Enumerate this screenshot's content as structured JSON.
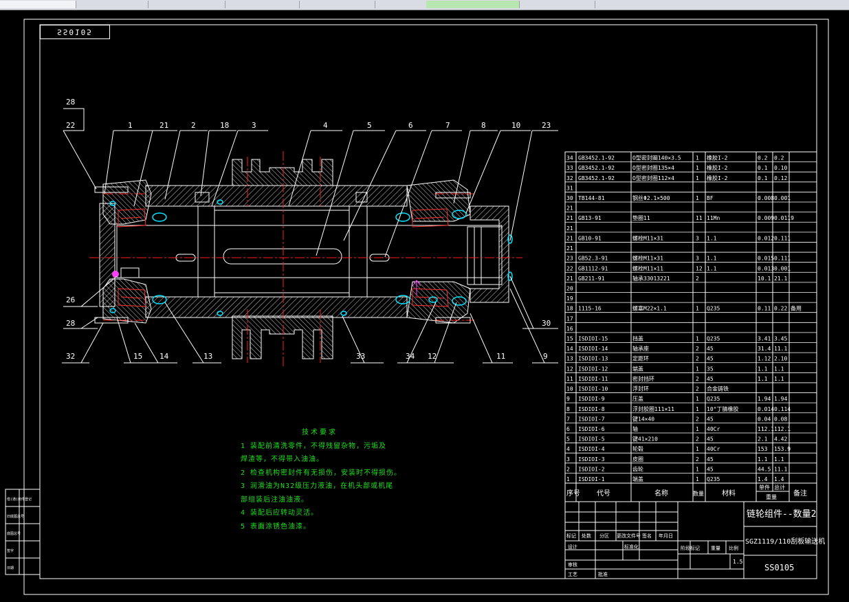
{
  "drawing_stamp": "SS0105",
  "balloons": {
    "top": [
      "28",
      "22",
      "1",
      "21",
      "2",
      "18",
      "3",
      "4",
      "5",
      "6",
      "7",
      "8",
      "10",
      "23"
    ],
    "left": [
      "26",
      "28",
      "32",
      "15",
      "14",
      "13"
    ],
    "bottom": [
      "33",
      "34",
      "12",
      "11",
      "9",
      "30"
    ]
  },
  "tech_requirements": {
    "title": "技术要求",
    "items": [
      "1 装配前清洗零件，不得残留杂物，污垢及",
      "  焊渣等，不得带入油油。",
      "2 检查机构密封件有无损伤，安装时不得损伤。",
      "3 润滑油为N32级压力液油，在机头部或机尾",
      "  部组装后注油油液。",
      "4 装配后应转动灵活。",
      "5 表面涂锈色油漆。"
    ]
  },
  "parts_list": {
    "rows": [
      {
        "no": "34",
        "code": "GB3452.1-92",
        "name": "O型密封圈140×3.5",
        "qty": "1",
        "mat": "橡胶I-2",
        "w1": "0.2",
        "w2": "0.2"
      },
      {
        "no": "33",
        "code": "GB3452.1-92",
        "name": "O型密封圈135×4",
        "qty": "1",
        "mat": "橡胶I-2",
        "w1": "0.1",
        "w2": "0.10"
      },
      {
        "no": "32",
        "code": "GB3452.1-92",
        "name": "O型密封圈112×4",
        "qty": "1",
        "mat": "橡胶I-2",
        "w1": "0.1",
        "w2": "0.12"
      },
      {
        "no": "31",
        "code": "",
        "name": "",
        "qty": "",
        "mat": "",
        "w1": "",
        "w2": ""
      },
      {
        "no": "30",
        "code": "TB144-81",
        "name": "钢丝Φ2.1×500",
        "qty": "1",
        "mat": "BF",
        "w1": "0.008",
        "w2": "0.001"
      },
      {
        "no": "21",
        "code": "",
        "name": "",
        "qty": "",
        "mat": "",
        "w1": "",
        "w2": ""
      },
      {
        "no": "21",
        "code": "GB13-91",
        "name": "垫圈11",
        "qty": "11",
        "mat": "11Mn",
        "w1": "0.009",
        "w2": "0.0119"
      },
      {
        "no": "21",
        "code": "",
        "name": "",
        "qty": "",
        "mat": "",
        "w1": "",
        "w2": ""
      },
      {
        "no": "21",
        "code": "GB10-91",
        "name": "螺栓M11×31",
        "qty": "3",
        "mat": "1.1",
        "w1": "0.012",
        "w2": "0.111"
      },
      {
        "no": "21",
        "code": "",
        "name": "",
        "qty": "",
        "mat": "",
        "w1": "",
        "w2": ""
      },
      {
        "no": "23",
        "code": "GB52.3-91",
        "name": "螺栓M11×31",
        "qty": "3",
        "mat": "1.1",
        "w1": "0.015",
        "w2": "0.111"
      },
      {
        "no": "22",
        "code": "GB1112-91",
        "name": "螺栓M11×11",
        "qty": "12",
        "mat": "1.1",
        "w1": "0.013",
        "w2": "0.001"
      },
      {
        "no": "21",
        "code": "GB211-91",
        "name": "轴承33013221",
        "qty": "2",
        "mat": "",
        "w1": "10.1",
        "w2": "21.1"
      },
      {
        "no": "20",
        "code": "",
        "name": "",
        "qty": "",
        "mat": "",
        "w1": "",
        "w2": ""
      },
      {
        "no": "19",
        "code": "",
        "name": "",
        "qty": "",
        "mat": "",
        "w1": "",
        "w2": ""
      },
      {
        "no": "18",
        "code": "1115-16",
        "name": "螺塞M22×1.1",
        "qty": "1",
        "mat": "Q235",
        "w1": "0.11",
        "w2": "0.22",
        "note": "备用"
      },
      {
        "no": "17",
        "code": "",
        "name": "",
        "qty": "",
        "mat": "",
        "w1": "",
        "w2": ""
      },
      {
        "no": "16",
        "code": "",
        "name": "",
        "qty": "",
        "mat": "",
        "w1": "",
        "w2": ""
      },
      {
        "no": "15",
        "code": "ISDIOI-15",
        "name": "挡盖",
        "qty": "1",
        "mat": "Q235",
        "w1": "3.41",
        "w2": "3.45"
      },
      {
        "no": "14",
        "code": "ISDIOI-14",
        "name": "轴承座",
        "qty": "2",
        "mat": "45",
        "w1": "31.4",
        "w2": "11.1"
      },
      {
        "no": "13",
        "code": "ISDIOI-13",
        "name": "定距环",
        "qty": "2",
        "mat": "45",
        "w1": "1.12",
        "w2": "2.10"
      },
      {
        "no": "12",
        "code": "ISDIOI-12",
        "name": "端盖",
        "qty": "1",
        "mat": "35",
        "w1": "1.1",
        "w2": "1.1"
      },
      {
        "no": "11",
        "code": "ISDIOI-11",
        "name": "密封挡环",
        "qty": "2",
        "mat": "45",
        "w1": "1.1",
        "w2": "1.1"
      },
      {
        "no": "10",
        "code": "ISDIOI-10",
        "name": "浮封环",
        "qty": "2",
        "mat": "合金铸铁",
        "w1": "",
        "w2": ""
      },
      {
        "no": "9",
        "code": "ISDIOI-9",
        "name": "压盖",
        "qty": "1",
        "mat": "Q235",
        "w1": "1.94",
        "w2": "1.94"
      },
      {
        "no": "8",
        "code": "ISDIOI-8",
        "name": "浮封胶圈111×11",
        "qty": "1",
        "mat": "10°丁腈橡胶",
        "w1": "0.014",
        "w2": "0.114"
      },
      {
        "no": "7",
        "code": "ISDIOI-7",
        "name": "键14×40",
        "qty": "2",
        "mat": "45",
        "w1": "0.04",
        "w2": "0.08"
      },
      {
        "no": "6",
        "code": "ISDIOI-6",
        "name": "轴",
        "qty": "1",
        "mat": "40Cr",
        "w1": "112.1",
        "w2": "112.1"
      },
      {
        "no": "5",
        "code": "ISDIOI-5",
        "name": "键41×210",
        "qty": "2",
        "mat": "45",
        "w1": "2.1",
        "w2": "4.42"
      },
      {
        "no": "4",
        "code": "ISDIOI-4",
        "name": "轮毂",
        "qty": "1",
        "mat": "40Cr",
        "w1": "153",
        "w2": "153.9"
      },
      {
        "no": "3",
        "code": "ISDIOI-3",
        "name": "皮圈",
        "qty": "2",
        "mat": "45",
        "w1": "1.1",
        "w2": "1.1"
      },
      {
        "no": "2",
        "code": "ISDIOI-2",
        "name": "齿轮",
        "qty": "1",
        "mat": "45",
        "w1": "44.5",
        "w2": "11.1"
      },
      {
        "no": "1",
        "code": "ISDIOI-1",
        "name": "端盖",
        "qty": "1",
        "mat": "Q235",
        "w1": "1.4",
        "w2": "1.4"
      }
    ],
    "header": {
      "seq": "序号",
      "code": "代号",
      "name": "名称",
      "qty": "数量",
      "mat": "材料",
      "unit_w": "单件",
      "total_w": "总计",
      "weight": "重量",
      "note": "备注"
    }
  },
  "title_block": {
    "title": "链轮组件--数量2",
    "subtitle": "SGZ1119/110刮板输送机",
    "drawing_no": "SS0105",
    "scale": "1.5",
    "labels": {
      "mark": "标记",
      "count": "处数",
      "zone": "分区",
      "change_doc": "更改文件号",
      "sign": "签名",
      "date": "年月日",
      "design": "设计",
      "standard": "标准化",
      "stage": "阶段标记",
      "weight": "重量",
      "ratio": "比例",
      "check": "审核",
      "craft": "工艺",
      "approve": "批准"
    }
  },
  "left_strip": [
    "借(通)用件登记",
    "旧底图总号",
    "底图总号",
    "签字",
    "日期"
  ]
}
